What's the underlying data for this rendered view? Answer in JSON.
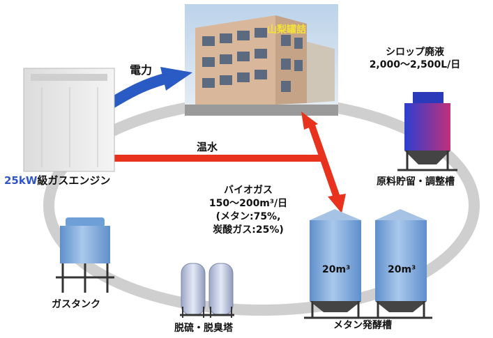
{
  "building": {
    "sign": "山梨罐詰"
  },
  "flows": {
    "power": "電力",
    "hot_water": "温水"
  },
  "engine": {
    "prefix": "25kW",
    "rest": "級ガスエンジン"
  },
  "syrup": {
    "line1": "シロップ廃液",
    "line2": "2,000〜2,500L/日"
  },
  "raw_tank": {
    "label": "原料貯留・調整槽"
  },
  "biogas": {
    "line1": "バイオガス",
    "line2": "150〜200m³/日",
    "line3": "(メタン:75%,",
    "line4": "炭酸ガス:25%)"
  },
  "digesters": {
    "tank1": "20m³",
    "tank2": "20m³",
    "label": "メタン発酵槽"
  },
  "desulf": {
    "label": "脱硫・脱臭塔"
  },
  "gas_tank": {
    "label": "ガスタンク"
  },
  "colors": {
    "power_arrow": "#2a5bc4",
    "hot_water_arrow": "#e8321e",
    "cycle_ring": "#cfcfcf",
    "tank_blue": "#7fa8d8",
    "engine_blue": "#2f55c7"
  }
}
